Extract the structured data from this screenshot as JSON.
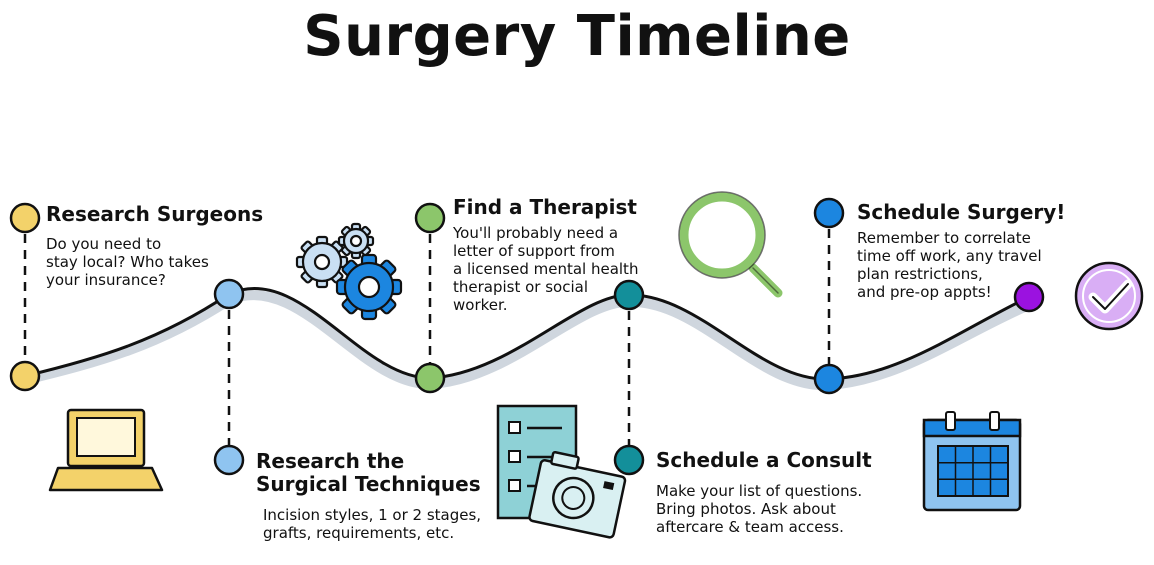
{
  "title": "Surgery Timeline",
  "steps": [
    {
      "heading": "Research Surgeons",
      "body": "Do you need to\nstay local? Who takes\nyour insurance?",
      "color": "#f3d26a"
    },
    {
      "heading": "Research the\nSurgical Techniques",
      "body": "Incision styles, 1 or 2 stages,\ngrafts, requirements, etc.",
      "color": "#8fc4f0"
    },
    {
      "heading": "Find a Therapist",
      "body": "You'll probably need a\nletter of support from\na licensed mental health\ntherapist or social\nworker.",
      "color": "#8cc66b"
    },
    {
      "heading": "Schedule a Consult",
      "body": "Make your list of questions.\nBring photos. Ask about\naftercare & team access.",
      "color": "#138f9a"
    },
    {
      "heading": "Schedule Surgery!",
      "body": "Remember to correlate\ntime off work, any travel\nplan restrictions,\nand pre-op appts!",
      "color": "#1c86e0"
    }
  ],
  "end_marker_color": "#9b12e0",
  "icons": [
    "laptop-icon",
    "gears-icon",
    "magnifier-icon",
    "checklist-icon",
    "camera-icon",
    "calendar-icon",
    "checkmark-icon"
  ]
}
